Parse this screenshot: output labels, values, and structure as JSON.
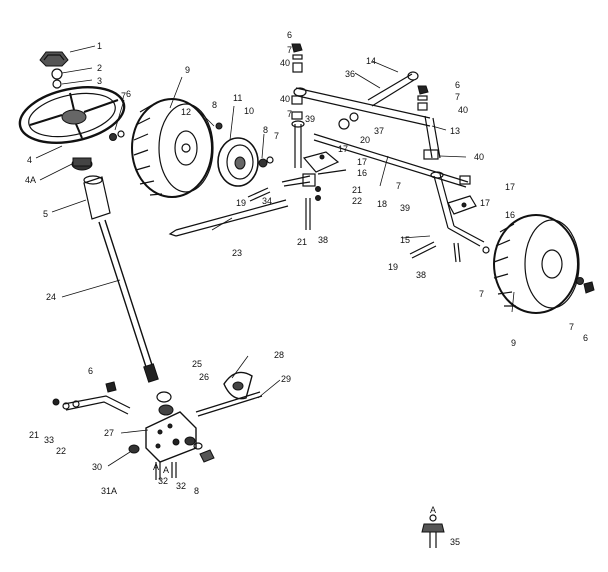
{
  "labels": [
    {
      "id": "l1",
      "text": "1"
    },
    {
      "id": "l2",
      "text": "2"
    },
    {
      "id": "l3",
      "text": "3"
    },
    {
      "id": "l4",
      "text": "4"
    },
    {
      "id": "l4a",
      "text": "4A"
    },
    {
      "id": "l5",
      "text": "5"
    },
    {
      "id": "l6a",
      "text": "6"
    },
    {
      "id": "l7a",
      "text": "7"
    },
    {
      "id": "l9a",
      "text": "9"
    },
    {
      "id": "l12",
      "text": "12"
    },
    {
      "id": "l8a",
      "text": "8"
    },
    {
      "id": "l11",
      "text": "11"
    },
    {
      "id": "l10",
      "text": "10"
    },
    {
      "id": "l8b",
      "text": "8"
    },
    {
      "id": "l7b",
      "text": "7"
    },
    {
      "id": "l6b",
      "text": "6"
    },
    {
      "id": "l7c",
      "text": "7"
    },
    {
      "id": "l40a",
      "text": "40"
    },
    {
      "id": "l40b",
      "text": "40"
    },
    {
      "id": "l7d",
      "text": "7"
    },
    {
      "id": "l39a",
      "text": "39"
    },
    {
      "id": "l14",
      "text": "14"
    },
    {
      "id": "l36",
      "text": "36"
    },
    {
      "id": "l6c",
      "text": "6"
    },
    {
      "id": "l7e",
      "text": "7"
    },
    {
      "id": "l40c",
      "text": "40"
    },
    {
      "id": "l37",
      "text": "37"
    },
    {
      "id": "l13",
      "text": "13"
    },
    {
      "id": "l20",
      "text": "20"
    },
    {
      "id": "l17a",
      "text": "17"
    },
    {
      "id": "l17b",
      "text": "17"
    },
    {
      "id": "l16a",
      "text": "16"
    },
    {
      "id": "l40d",
      "text": "40"
    },
    {
      "id": "l19a",
      "text": "19"
    },
    {
      "id": "l34",
      "text": "34"
    },
    {
      "id": "l21a",
      "text": "21"
    },
    {
      "id": "l22a",
      "text": "22"
    },
    {
      "id": "l7f",
      "text": "7"
    },
    {
      "id": "l18",
      "text": "18"
    },
    {
      "id": "l17c",
      "text": "17"
    },
    {
      "id": "l39b",
      "text": "39"
    },
    {
      "id": "l17d",
      "text": "17"
    },
    {
      "id": "l16b",
      "text": "16"
    },
    {
      "id": "l21b",
      "text": "21"
    },
    {
      "id": "l38a",
      "text": "38"
    },
    {
      "id": "l23",
      "text": "23"
    },
    {
      "id": "l15",
      "text": "15"
    },
    {
      "id": "l19b",
      "text": "19"
    },
    {
      "id": "l38b",
      "text": "38"
    },
    {
      "id": "l24",
      "text": "24"
    },
    {
      "id": "l7g",
      "text": "7"
    },
    {
      "id": "l9b",
      "text": "9"
    },
    {
      "id": "l7h",
      "text": "7"
    },
    {
      "id": "l6d",
      "text": "6"
    },
    {
      "id": "l6e",
      "text": "6"
    },
    {
      "id": "l25",
      "text": "25"
    },
    {
      "id": "l26",
      "text": "26"
    },
    {
      "id": "l28",
      "text": "28"
    },
    {
      "id": "l29",
      "text": "29"
    },
    {
      "id": "l21c",
      "text": "21"
    },
    {
      "id": "l33",
      "text": "33"
    },
    {
      "id": "l22b",
      "text": "22"
    },
    {
      "id": "l27",
      "text": "27"
    },
    {
      "id": "l30",
      "text": "30"
    },
    {
      "id": "lA1",
      "text": "A"
    },
    {
      "id": "lA2",
      "text": "A"
    },
    {
      "id": "l32a",
      "text": "32"
    },
    {
      "id": "l32b",
      "text": "32"
    },
    {
      "id": "l8c",
      "text": "8"
    },
    {
      "id": "l31a",
      "text": "31A"
    },
    {
      "id": "lA3",
      "text": "A"
    },
    {
      "id": "l35",
      "text": "35"
    }
  ]
}
